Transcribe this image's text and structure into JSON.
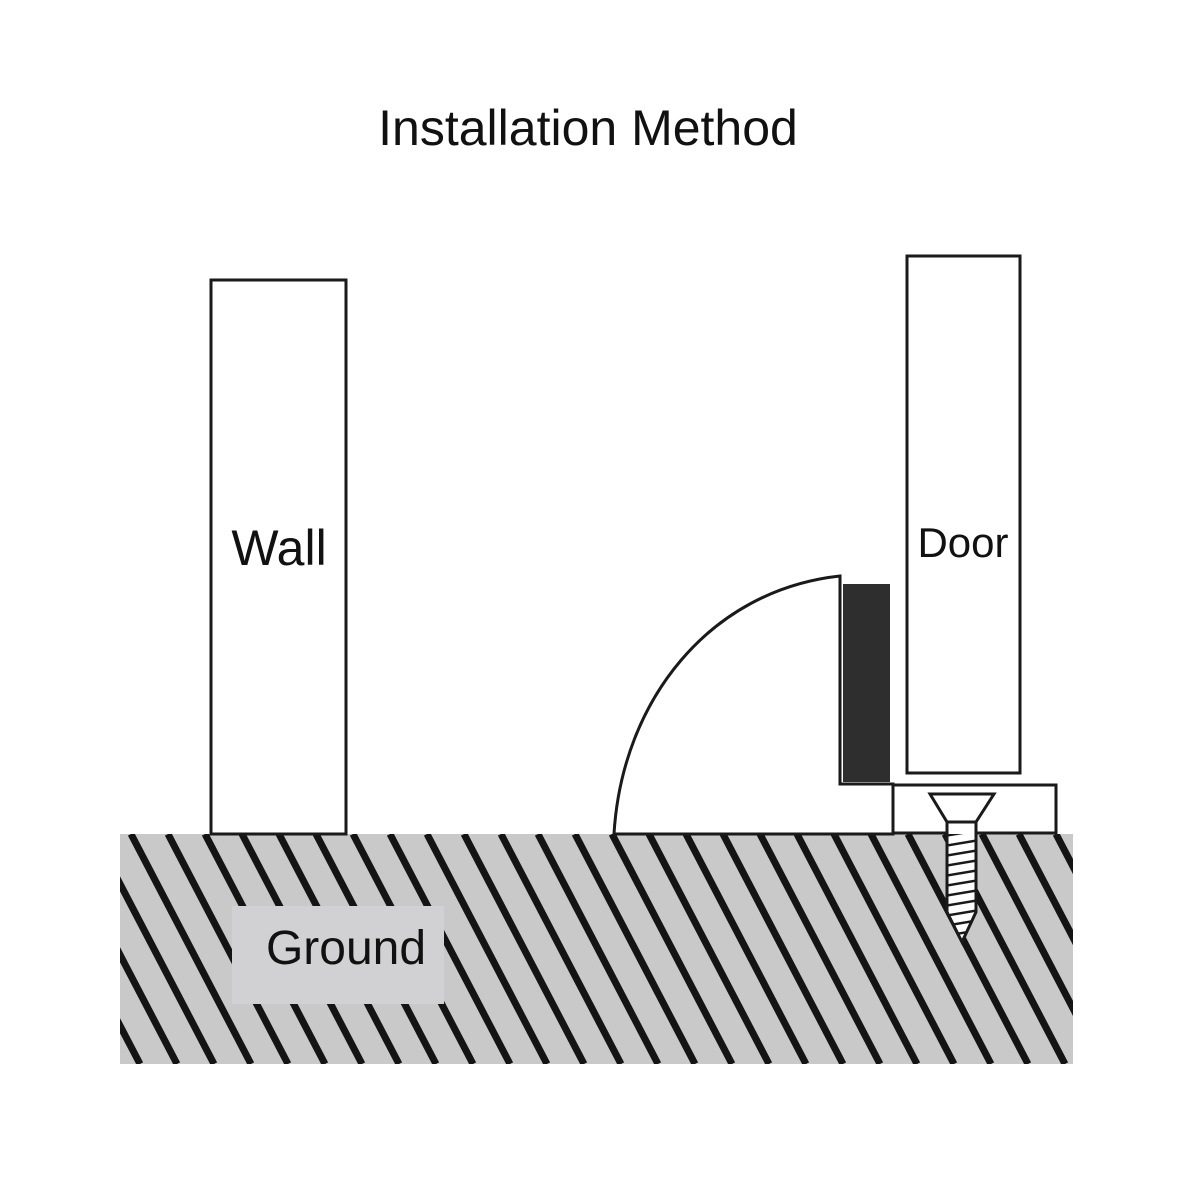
{
  "title": "Installation Method",
  "labels": {
    "wall": "Wall",
    "door": "Door",
    "ground": "Ground"
  },
  "colors": {
    "background": "#ffffff",
    "stroke": "#1a1a1a",
    "ground_fill": "#c9c9c9",
    "hatch": "#141414",
    "rubber_pad": "#2e2e2e",
    "label_patch": "#d1d1d4"
  }
}
